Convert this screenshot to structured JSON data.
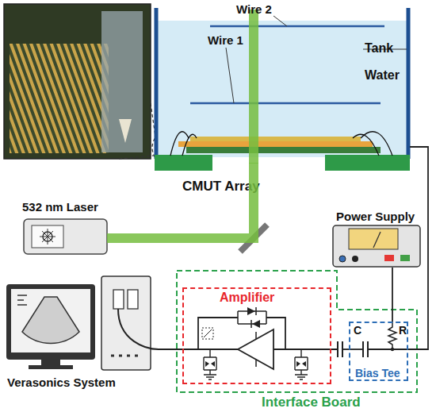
{
  "diagram": {
    "nodes": [
      {
        "text": [
          "Tank",
          "Water"
        ]
      },
      {
        "text": [
          "CMUT Array"
        ]
      },
      {
        "text": [
          "532 nm Laser"
        ]
      },
      {
        "text": [
          "Power Supply"
        ]
      },
      {
        "text": [
          "Verasonics System"
        ]
      },
      {
        "text": [
          "Interface Board"
        ]
      },
      {
        "text": [
          "Amplifier"
        ],
        "in": 5
      },
      {
        "text": [
          "Bias Tee"
        ],
        "in": 5
      }
    ],
    "edges": [
      {
        "from": 4,
        "to": 6,
        "arrow": "none"
      },
      {
        "from": 7,
        "to": 1,
        "arrow": "none"
      },
      {
        "from": 3,
        "to": 7,
        "arrow": "none"
      },
      {
        "from": 2,
        "to": 0,
        "arrow": "none"
      }
    ],
    "labels": [
      "Wire 2",
      "Wire 1",
      "C",
      "R"
    ]
  }
}
